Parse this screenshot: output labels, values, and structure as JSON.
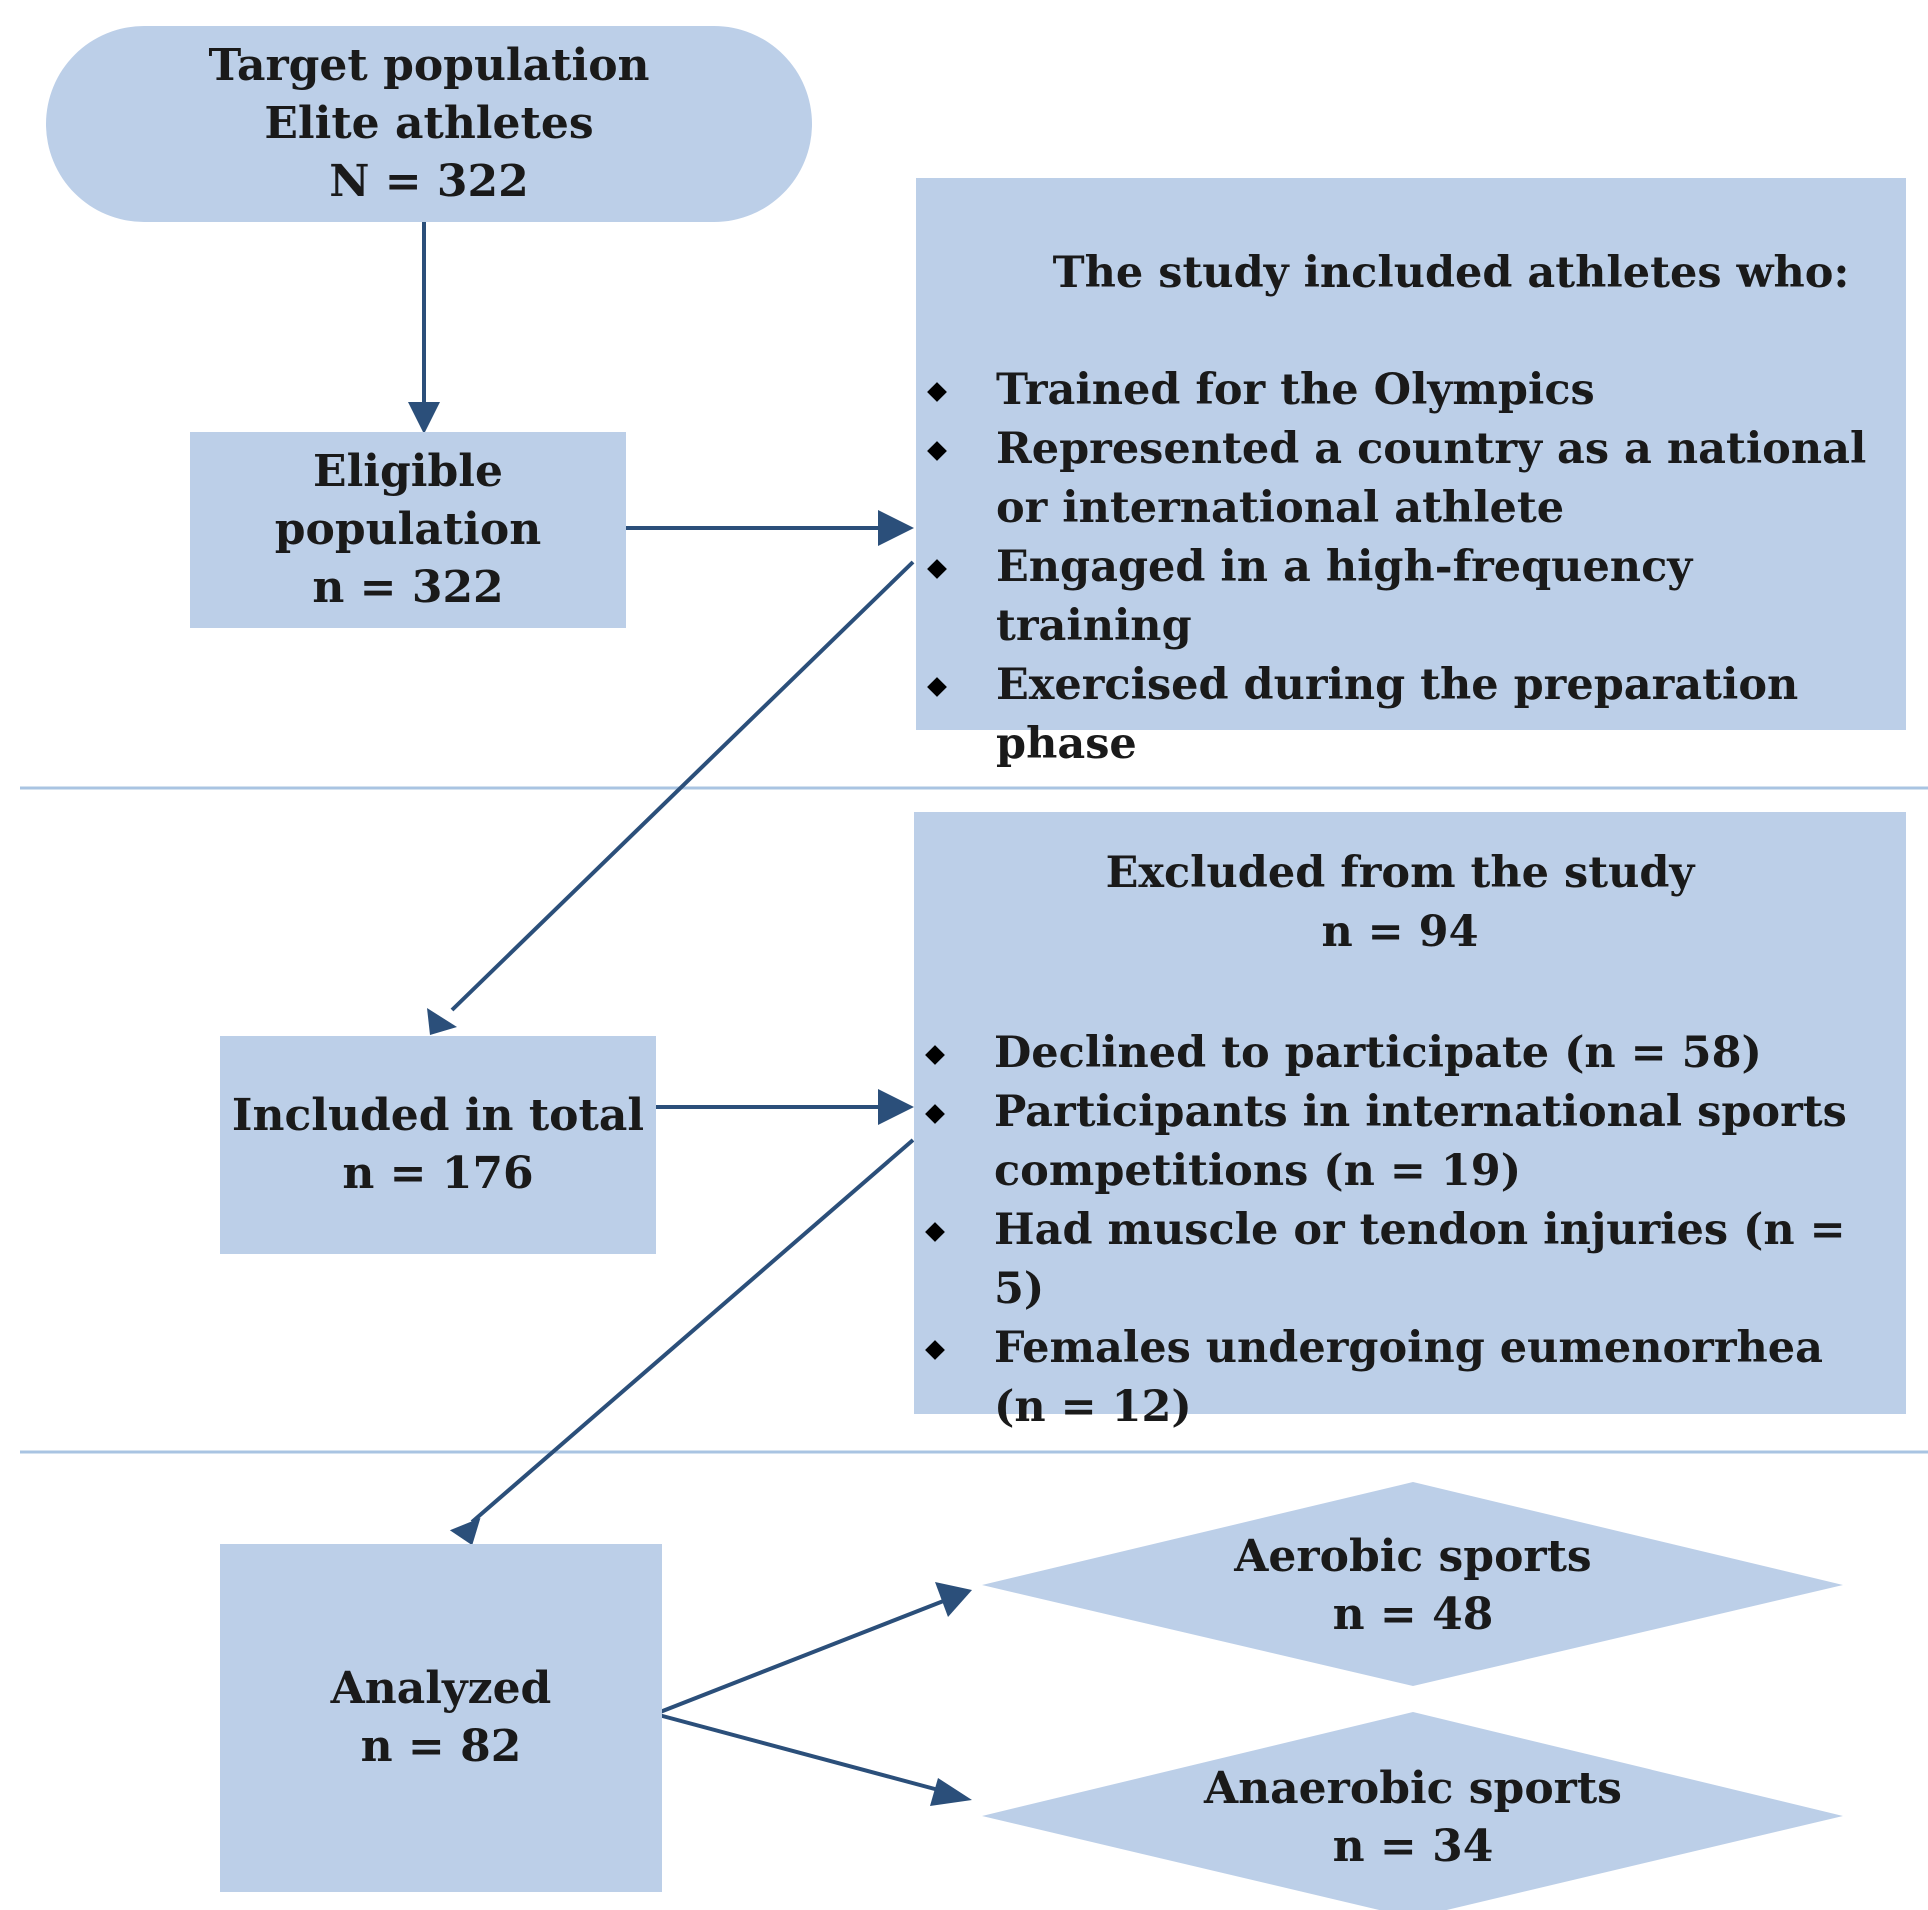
{
  "target": {
    "line1": "Target population",
    "line2": "Elite athletes",
    "line3": "N = 322"
  },
  "eligible": {
    "line1": "Eligible",
    "line2": "population",
    "line3": "n = 322"
  },
  "inclusion": {
    "title": "The study included athletes who:",
    "items": [
      "Trained for the Olympics",
      "Represented a country as a national or international athlete",
      "Engaged in a high-frequency training",
      "Exercised during the preparation phase"
    ]
  },
  "included": {
    "line1": "Included in total",
    "line2": "n = 176"
  },
  "excluded": {
    "title": "Excluded from the study",
    "count": "n = 94",
    "items": [
      "Declined to participate (n = 58)",
      "Participants in international sports competitions (n = 19)",
      "Had muscle or tendon injuries (n = 5)",
      "Females undergoing eumenorrhea (n = 12)"
    ]
  },
  "analyzed": {
    "line1": "Analyzed",
    "line2": "n = 82"
  },
  "aerobic": {
    "line1": "Aerobic sports",
    "line2": "n = 48"
  },
  "anaerobic": {
    "line1": "Anaerobic sports",
    "line2": "n = 34"
  },
  "colors": {
    "box_fill": "#bccfe8",
    "arrow": "#2b4f7a",
    "divider": "#a9c4e2"
  }
}
